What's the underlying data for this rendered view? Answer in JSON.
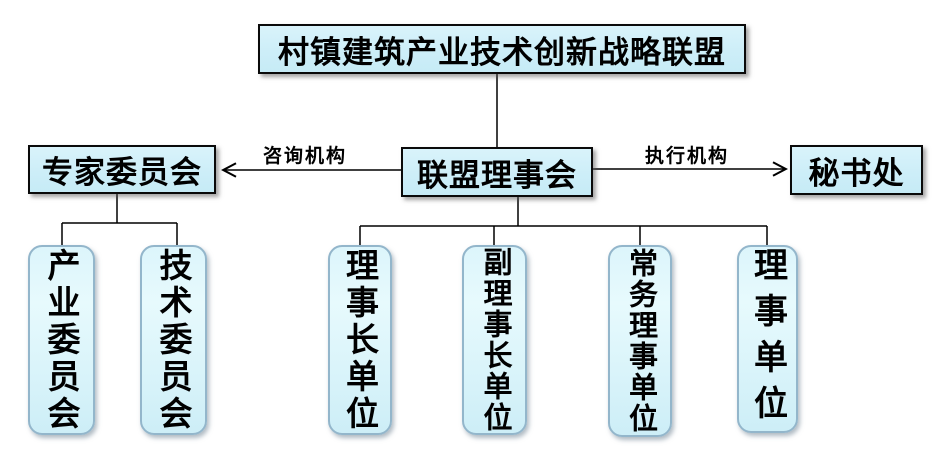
{
  "diagram": {
    "title_node": {
      "label": "村镇建筑产业技术创新战略联盟"
    },
    "council_node": {
      "label": "联盟理事会"
    },
    "expert_node": {
      "label": "专家委员会"
    },
    "secretariat_node": {
      "label": "秘书处"
    },
    "edge_labels": {
      "advisory": "咨询机构",
      "executive": "执行机构"
    },
    "expert_children": [
      {
        "label": "产业委员会"
      },
      {
        "label": "技术委员会"
      }
    ],
    "council_children": [
      {
        "label": "理事长单位"
      },
      {
        "label": "副理事长单位"
      },
      {
        "label": "常务理事单位"
      },
      {
        "label": "理事单位"
      }
    ],
    "colors": {
      "box_fill": "#cdeef8",
      "rect_border": "#0a0a0a",
      "rounded_border": "#93b6cb",
      "line": "#000000",
      "text": "#000000",
      "background": "#ffffff"
    }
  }
}
